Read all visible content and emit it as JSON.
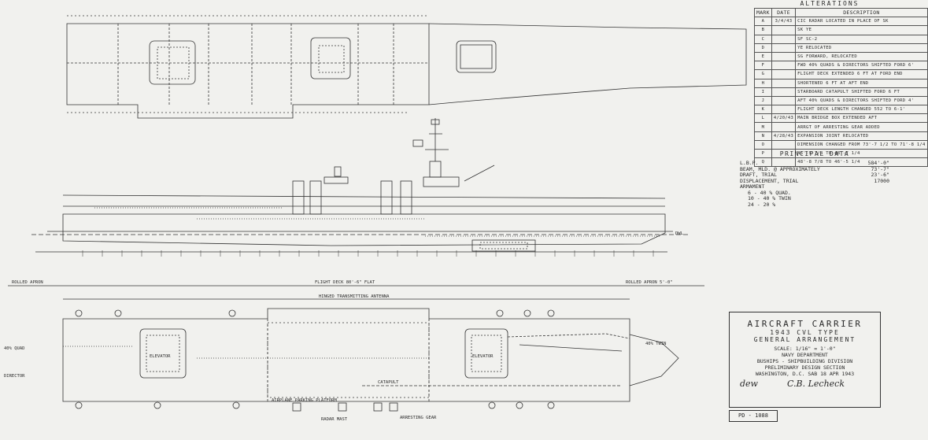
{
  "alterations": {
    "title": "ALTERATIONS",
    "col_mark": "MARK",
    "col_date": "DATE",
    "col_desc": "DESCRIPTION",
    "rows": [
      {
        "mark": "A",
        "date": "3/4/43",
        "desc": "CIC RADAR LOCATED IN PLACE OF SK"
      },
      {
        "mark": "B",
        "date": "",
        "desc": "SK          YE"
      },
      {
        "mark": "C",
        "date": "",
        "desc": "SF          SC-2"
      },
      {
        "mark": "D",
        "date": "",
        "desc": "YE  RELOCATED"
      },
      {
        "mark": "E",
        "date": "",
        "desc": "SG  FORWARD, RELOCATED"
      },
      {
        "mark": "F",
        "date": "",
        "desc": "FWD 40% QUADS & DIRECTORS SHIFTED FORD 6'"
      },
      {
        "mark": "G",
        "date": "",
        "desc": "FLIGHT DECK EXTENDED 6 FT AT FORD END"
      },
      {
        "mark": "H",
        "date": "",
        "desc": "SHORTENED 6 FT AT AFT END"
      },
      {
        "mark": "I",
        "date": "",
        "desc": "STARBOARD CATAPULT SHIFTED FORD 6 FT"
      },
      {
        "mark": "J",
        "date": "",
        "desc": "AFT 40% QUADS & DIRECTORS SHIFTED FORD 4'"
      },
      {
        "mark": "K",
        "date": "",
        "desc": "FLIGHT DECK LENGTH CHANGED 552 TO 6-1'"
      },
      {
        "mark": "L",
        "date": "4/20/43",
        "desc": "MAIN BRIDGE BOX EXTENDED AFT"
      },
      {
        "mark": "M",
        "date": "",
        "desc": "ARRGT OF ARRESTING GEAR ADDED"
      },
      {
        "mark": "N",
        "date": "4/28/43",
        "desc": "EXPANSION JOINT RELOCATED"
      },
      {
        "mark": "O",
        "date": "",
        "desc": "DIMENSION CHANGED FROM 73'-7 1/2 TO 71'-8 1/4"
      },
      {
        "mark": "P",
        "date": "",
        "desc": "45'-9 7/8 TO 48'-7 1/4"
      },
      {
        "mark": "Q",
        "date": "",
        "desc": "48'-8 7/8 TO 46'-5 1/4"
      }
    ]
  },
  "principal_data": {
    "title": "PRINCIPAL DATA",
    "rows": [
      {
        "label": "L.B.P.",
        "value": "584'-0\""
      },
      {
        "label": "BEAM, MLD. @ APPROXIMATELY",
        "value": "73'-7\""
      },
      {
        "label": "DRAFT, TRIAL",
        "value": "23'-6\""
      },
      {
        "label": "DISPLACEMENT, TRIAL",
        "value": "17000"
      }
    ],
    "armament_label": "ARMAMENT",
    "armament": [
      "6 - 40 % QUAD.",
      "10 - 40 % TWIN",
      "24 - 20 %"
    ]
  },
  "title_block": {
    "line1": "AIRCRAFT CARRIER",
    "line2": "1943 CVL TYPE",
    "line3": "GENERAL ARRANGEMENT",
    "scale": "SCALE: 1/16\" = 1'-0\"",
    "dept": "NAVY DEPARTMENT",
    "bureau": "BUSHIPS - SHIPBUILDING DIVISION",
    "section": "PRELIMINARY DESIGN SECTION",
    "place": "WASHINGTON, D.C.",
    "initials": "SAB",
    "date": "18 APR 1943",
    "sig1": "dew",
    "sig2": "C.B. Lecheck",
    "drawing_no": "PD - 1088"
  },
  "plan_labels": {
    "flight_deck": "FLIGHT DECK 80'-6\" FLAT",
    "rolled_apron_fwd": "ROLLED APRON 5'-0\"",
    "rolled_apron_aft": "ROLLED APRON",
    "elevator": "ELEVATOR",
    "elevator_fwd": "ELEVATOR",
    "catapult": "CATAPULT",
    "airplane_parking": "AIRPLANE PARKING PLATFORM",
    "radar_mast": "RADAR MAST",
    "arresting_gear": "ARRESTING GEAR",
    "hinged_antenna": "HINGED TRANSMITTING ANTENNA",
    "dwl": "DWL",
    "quad_label": "40% QUAD",
    "twin_label": "40% TWIN",
    "director_label": "DIRECTOR"
  },
  "colors": {
    "ink": "#2a2a2a",
    "paper": "#f1f1ee"
  }
}
